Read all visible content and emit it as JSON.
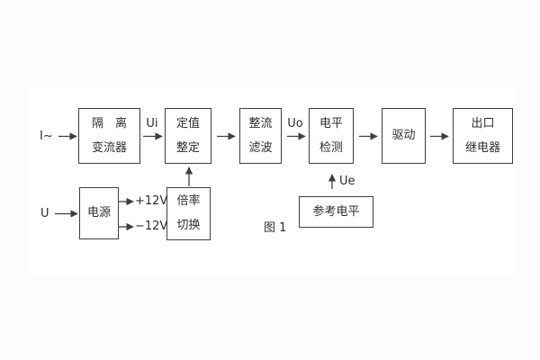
{
  "figure": {
    "caption": "图 1"
  },
  "inputs": {
    "current_label": "I~",
    "voltage_label": "U"
  },
  "signal_labels": {
    "ui": "Ui",
    "uo": "Uo",
    "ue": "Ue",
    "plus12v": "+12V",
    "minus12v": "−12V"
  },
  "blocks": {
    "isolation_transformer": {
      "line1": "隔　离",
      "line2": "变流器"
    },
    "setting_adjust": {
      "line1": "定值",
      "line2": "整定"
    },
    "rectify_filter": {
      "line1": "整流",
      "line2": "滤波"
    },
    "level_detect": {
      "line1": "电平",
      "line2": "检测"
    },
    "drive": {
      "line1": "驱动"
    },
    "output_relay": {
      "line1": "出口",
      "line2": "继电器"
    },
    "power_supply": {
      "line1": "电源"
    },
    "ratio_switch": {
      "line1": "倍率",
      "line2": "切换"
    },
    "reference_level": {
      "line1": "参考电平"
    }
  },
  "colors": {
    "line": "#3f3f3f",
    "text": "#2e2e2e",
    "background": "#fcfcfc",
    "panel": "#ffffff"
  }
}
